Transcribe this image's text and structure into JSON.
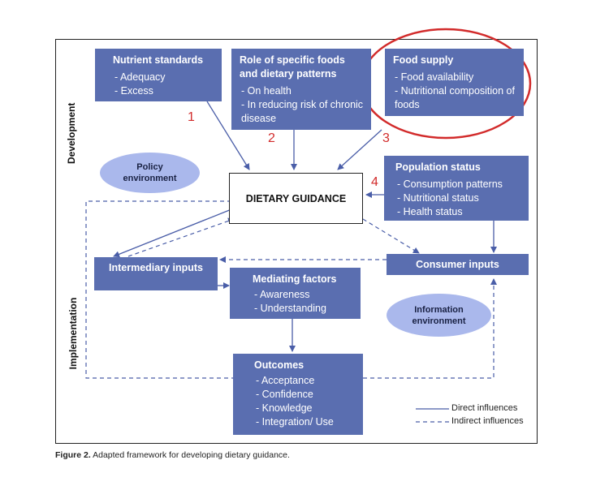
{
  "labels": {
    "development": "Development",
    "implementation": "Implementation"
  },
  "boxes": {
    "nutrient": {
      "title": "Nutrient standards",
      "items": [
        "- Adequacy",
        "- Excess"
      ]
    },
    "role": {
      "title": "Role of specific foods and dietary patterns",
      "items": [
        "- On health",
        "- In reducing risk of chronic disease"
      ]
    },
    "food_supply": {
      "title": "Food supply",
      "items": [
        "- Food availability",
        "- Nutritional composition of foods"
      ]
    },
    "population": {
      "title": "Population status",
      "items": [
        "- Consumption patterns",
        "- Nutritional status",
        "- Health status"
      ]
    },
    "guidance": {
      "title": "DIETARY GUIDANCE"
    },
    "intermediary": {
      "title": "Intermediary inputs"
    },
    "consumer": {
      "title": "Consumer inputs"
    },
    "mediating": {
      "title": "Mediating factors",
      "items": [
        "- Awareness",
        "- Understanding"
      ]
    },
    "outcomes": {
      "title": "Outcomes",
      "items": [
        "- Acceptance",
        "- Confidence",
        "- Knowledge",
        "- Integration/ Use"
      ]
    }
  },
  "ellipses": {
    "policy": "Policy environment",
    "information": "Information environment"
  },
  "numbers": [
    "1",
    "2",
    "3",
    "4"
  ],
  "legend": {
    "direct": "Direct influences",
    "indirect": "Indirect influences"
  },
  "caption": {
    "label": "Figure 2.",
    "text": "Adapted framework for developing dietary guidance."
  },
  "colors": {
    "box_fill": "#5a6eb0",
    "ellipse_fill": "#aab8ec",
    "arrow": "#4a5ea8",
    "highlight": "#d22b2b"
  }
}
